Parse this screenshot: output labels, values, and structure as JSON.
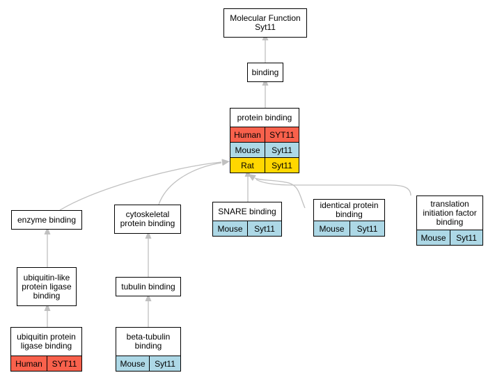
{
  "colors": {
    "Human": "#f8614c",
    "Mouse": "#add8e6",
    "Rat": "#ffd700",
    "edge": "#c0c0c0"
  },
  "nodes": {
    "molecular_function": {
      "label": "Molecular Function\nSyt11",
      "species": []
    },
    "binding": {
      "label": "binding",
      "species": []
    },
    "protein_binding": {
      "label": "protein binding",
      "species": [
        {
          "species": "Human",
          "gene": "SYT11"
        },
        {
          "species": "Mouse",
          "gene": "Syt11"
        },
        {
          "species": "Rat",
          "gene": "Syt11"
        }
      ]
    },
    "enzyme_binding": {
      "label": "enzyme binding",
      "species": []
    },
    "cytoskeletal_protein_binding": {
      "label": "cytoskeletal\nprotein binding",
      "species": []
    },
    "snare_binding": {
      "label": "SNARE binding",
      "species": [
        {
          "species": "Mouse",
          "gene": "Syt11"
        }
      ]
    },
    "identical_protein_binding": {
      "label": "identical protein\nbinding",
      "species": [
        {
          "species": "Mouse",
          "gene": "Syt11"
        }
      ]
    },
    "translation_initiation_factor_binding": {
      "label": "translation\ninitiation factor\nbinding",
      "species": [
        {
          "species": "Mouse",
          "gene": "Syt11"
        }
      ]
    },
    "ubiquitin_like_protein_ligase_binding": {
      "label": "ubiquitin-like\nprotein ligase\nbinding",
      "species": []
    },
    "tubulin_binding": {
      "label": "tubulin binding",
      "species": []
    },
    "ubiquitin_protein_ligase_binding": {
      "label": "ubiquitin protein\nligase binding",
      "species": [
        {
          "species": "Human",
          "gene": "SYT11"
        }
      ]
    },
    "beta_tubulin_binding": {
      "label": "beta-tubulin\nbinding",
      "species": [
        {
          "species": "Mouse",
          "gene": "Syt11"
        }
      ]
    }
  },
  "edges": [
    [
      "binding",
      "molecular_function"
    ],
    [
      "protein_binding",
      "binding"
    ],
    [
      "enzyme_binding",
      "protein_binding"
    ],
    [
      "cytoskeletal_protein_binding",
      "protein_binding"
    ],
    [
      "snare_binding",
      "protein_binding"
    ],
    [
      "identical_protein_binding",
      "protein_binding"
    ],
    [
      "translation_initiation_factor_binding",
      "protein_binding"
    ],
    [
      "ubiquitin_like_protein_ligase_binding",
      "enzyme_binding"
    ],
    [
      "tubulin_binding",
      "cytoskeletal_protein_binding"
    ],
    [
      "ubiquitin_protein_ligase_binding",
      "ubiquitin_like_protein_ligase_binding"
    ],
    [
      "beta_tubulin_binding",
      "tubulin_binding"
    ]
  ]
}
